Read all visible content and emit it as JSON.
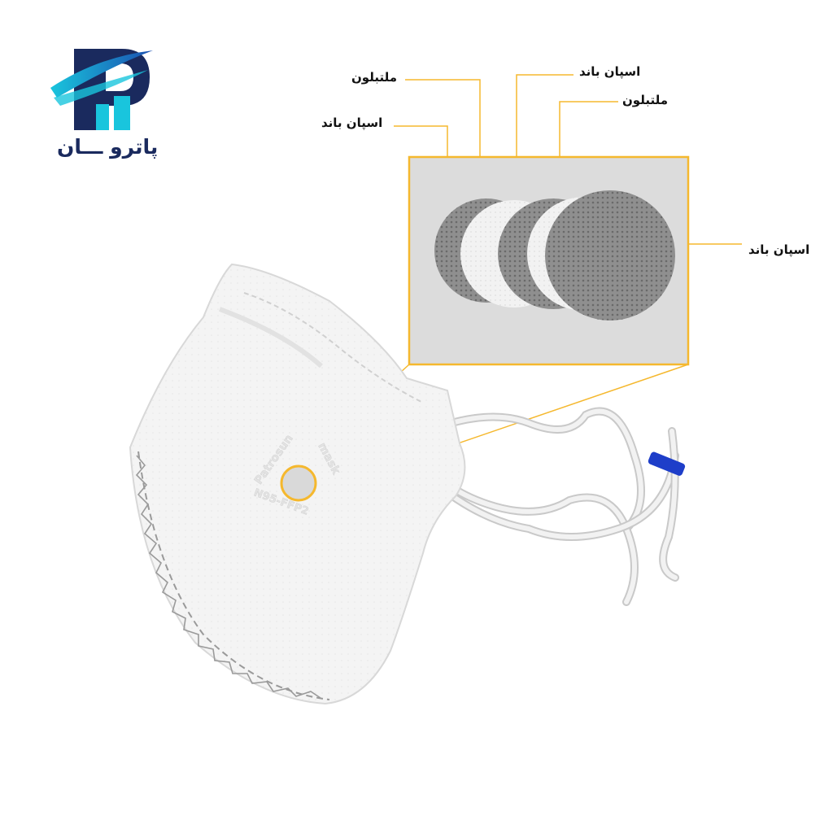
{
  "logo": {
    "text": "پاترو ـــان"
  },
  "layers": {
    "meltblown_top_left": "ملتبلون",
    "spunbond_left": "اسپان باند",
    "spunbond_top": "اسپان باند",
    "meltblown_top_right": "ملتبلون",
    "spunbond_right": "اسپان باند"
  },
  "mask_print": {
    "brand": "Patrosun",
    "word": "mask",
    "standard": "N95-FFP2"
  },
  "colors": {
    "callout": "#f5b82e",
    "brand_dark": "#1a2a5e",
    "brand_cyan": "#19c5dd",
    "clip": "#1e3ec9"
  }
}
